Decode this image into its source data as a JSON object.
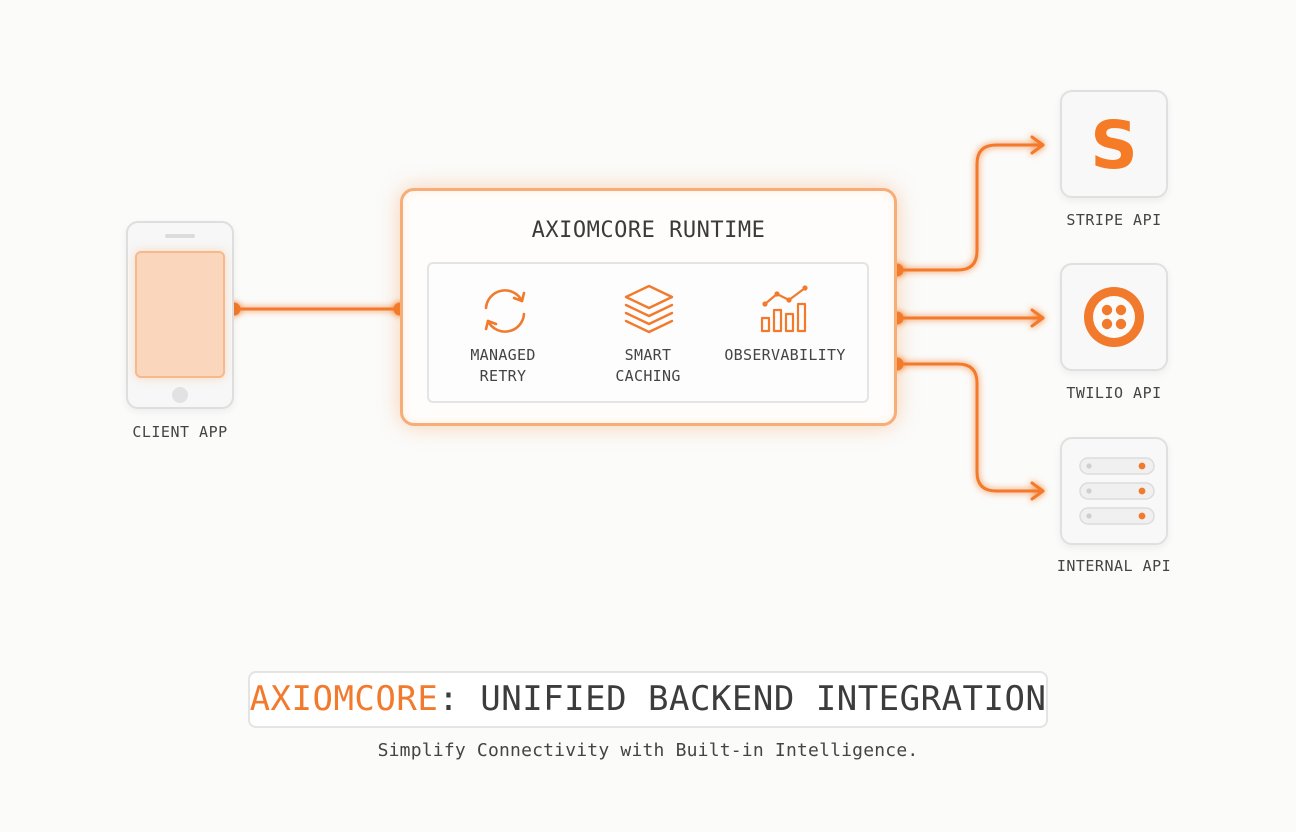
{
  "client": {
    "label": "CLIENT APP"
  },
  "runtime": {
    "title": "AXIOMCORE RUNTIME",
    "features": [
      {
        "label_line1": "MANAGED",
        "label_line2": "RETRY",
        "icon": "refresh-icon"
      },
      {
        "label_line1": "SMART",
        "label_line2": "CACHING",
        "icon": "layers-icon"
      },
      {
        "label_line1": "OBSERVABILITY",
        "label_line2": "",
        "icon": "chart-icon"
      }
    ]
  },
  "apis": [
    {
      "label": "STRIPE API",
      "icon": "stripe-icon",
      "glyph": "S"
    },
    {
      "label": "TWILIO API",
      "icon": "twilio-icon"
    },
    {
      "label": "INTERNAL API",
      "icon": "server-icon"
    }
  ],
  "footer": {
    "title_brand": "AXIOMCORE",
    "title_sep": ":",
    "title_rest": " UNIFIED BACKEND INTEGRATION",
    "subtitle": "Simplify Connectivity with Built-in Intelligence."
  },
  "colors": {
    "accent": "#f27a2c",
    "glow": "#f6ad78",
    "text": "#3c3c3c",
    "background": "#fbfbfa"
  }
}
